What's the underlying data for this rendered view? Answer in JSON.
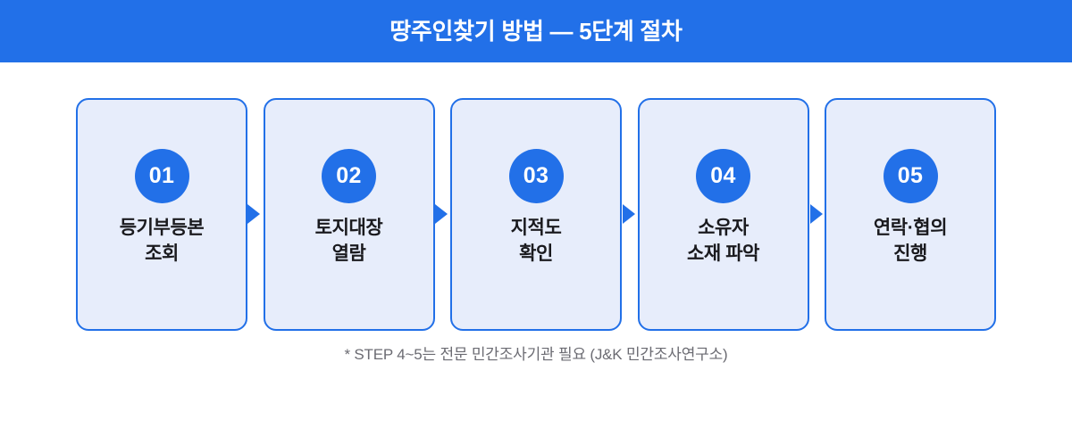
{
  "header": {
    "title": "땅주인찾기 방법 — 5단계 절차",
    "background_color": "#2270e8",
    "text_color": "#ffffff"
  },
  "theme": {
    "accent_blue": "#2270e8",
    "card_fill": "#e7edfb",
    "card_border": "#2270e8",
    "label_color": "#1a1a1e",
    "footnote_color": "#6b6b72",
    "page_background": "#ffffff"
  },
  "steps": [
    {
      "number": "01",
      "label": "등기부등본\n조회"
    },
    {
      "number": "02",
      "label": "토지대장\n열람"
    },
    {
      "number": "03",
      "label": "지적도\n확인"
    },
    {
      "number": "04",
      "label": "소유자\n소재 파악"
    },
    {
      "number": "05",
      "label": "연락·협의\n진행"
    }
  ],
  "connectors": [
    {
      "icon": "arrow-right-icon"
    },
    {
      "icon": "arrow-right-icon"
    },
    {
      "icon": "arrow-right-icon"
    },
    {
      "icon": "arrow-right-icon"
    }
  ],
  "footnote": {
    "text": "* STEP 4~5는 전문 민간조사기관 필요 (J&K 민간조사연구소)"
  }
}
